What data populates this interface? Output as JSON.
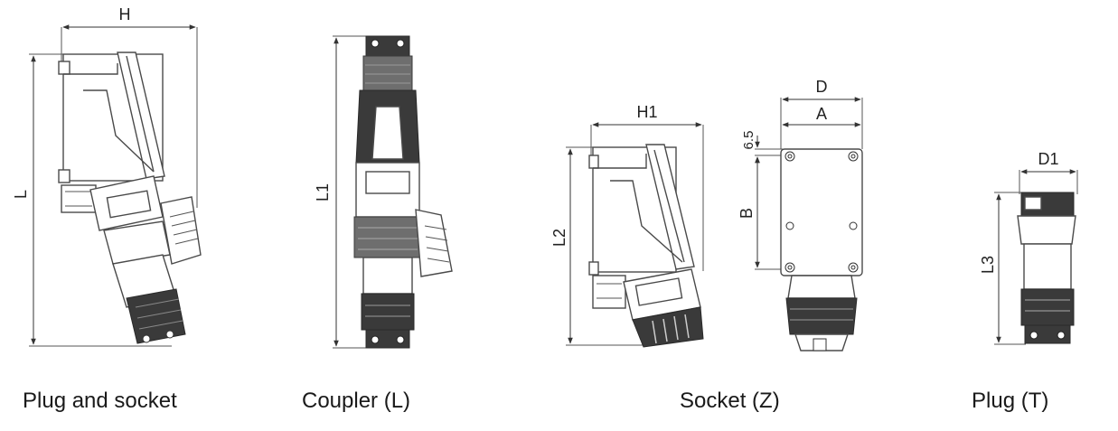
{
  "captions": {
    "plug_and_socket": "Plug and socket",
    "coupler": "Coupler (L)",
    "socket": "Socket (Z)",
    "plug": "Plug (T)"
  },
  "dimensions": {
    "H": "H",
    "L": "L",
    "L1": "L1",
    "H1": "H1",
    "L2": "L2",
    "D": "D",
    "A": "A",
    "six_five": "6.5",
    "B": "B",
    "D1": "D1",
    "L3": "L3"
  },
  "colors": {
    "line": "#4a4a4a",
    "dark_part": "#3a3a3a",
    "background": "#ffffff"
  }
}
